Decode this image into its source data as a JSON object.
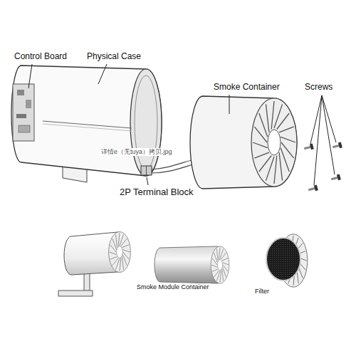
{
  "diagram": {
    "labels": [
      "Control Board",
      "Physical Case",
      "Smoke Container",
      "Screws",
      "详情e（无tuya）拷贝.jpg",
      "2P Terminal Block",
      "Smoke Module Container",
      "Filter"
    ]
  }
}
